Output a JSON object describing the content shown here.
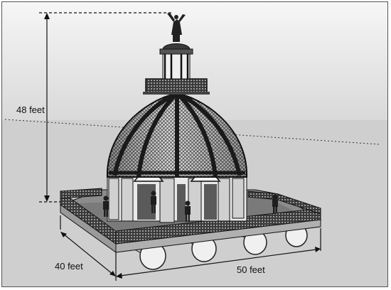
{
  "dimensions": {
    "height_label": "48 feet",
    "width_label": "50 feet",
    "depth_label": "40 feet"
  },
  "colors": {
    "sky_top": "#f4f4f4",
    "sky_bottom": "#dcdcdc",
    "water": "#cfcfcf",
    "dome_dark": "#2e2e2e",
    "deck": "#8c8c8c",
    "float": "#e6e6e6",
    "outline": "#111111"
  },
  "icons": [
    "statue-icon",
    "person-icon",
    "pontoon-float"
  ]
}
